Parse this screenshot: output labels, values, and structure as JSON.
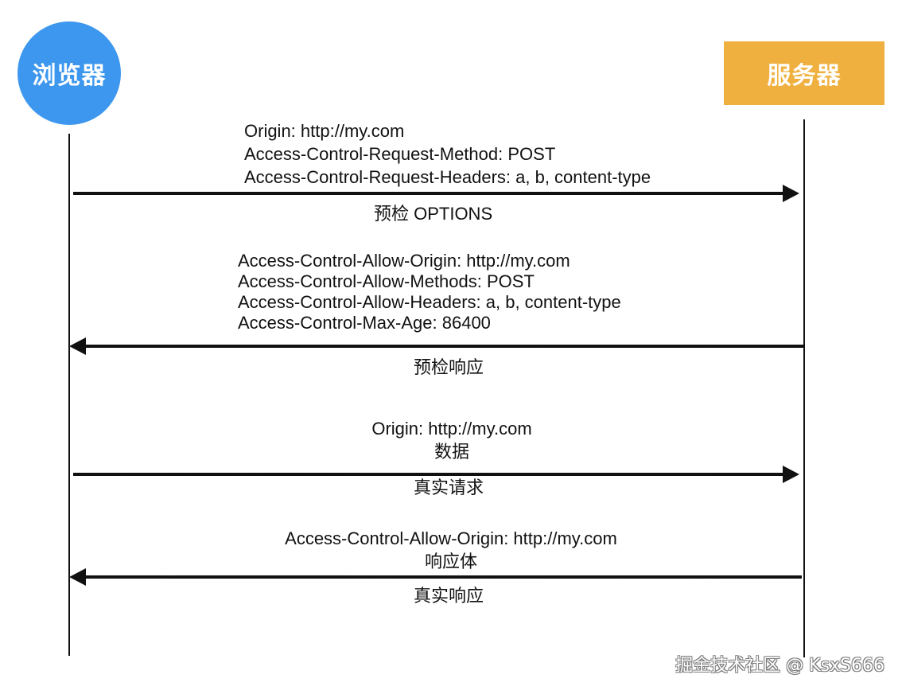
{
  "participants": {
    "browser": "浏览器",
    "server": "服务器"
  },
  "messages": [
    {
      "direction": "browser-to-server",
      "headers": [
        "Origin: http://my.com",
        "Access-Control-Request-Method: POST",
        "Access-Control-Request-Headers: a, b, content-type"
      ],
      "label": "预检 OPTIONS"
    },
    {
      "direction": "server-to-browser",
      "headers": [
        "Access-Control-Allow-Origin: http://my.com",
        "Access-Control-Allow-Methods: POST",
        "Access-Control-Allow-Headers: a, b, content-type",
        "Access-Control-Max-Age: 86400"
      ],
      "label": "预检响应"
    },
    {
      "direction": "browser-to-server",
      "headers": [
        "Origin: http://my.com",
        "数据"
      ],
      "label": "真实请求"
    },
    {
      "direction": "server-to-browser",
      "headers": [
        "Access-Control-Allow-Origin: http://my.com",
        "响应体"
      ],
      "label": "真实响应"
    }
  ],
  "watermark": "掘金技术社区 @ KsxS666"
}
